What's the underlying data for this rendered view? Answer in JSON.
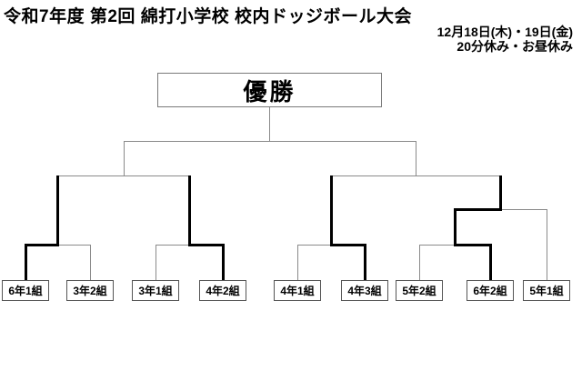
{
  "header": {
    "title": "令和7年度 第2回 綿打小学校 校内ドッジボール大会",
    "schedule": [
      "12月18日(木)・19日(金)",
      "20分休み・お昼休み"
    ]
  },
  "bracket": {
    "champion_label": "優勝",
    "teams": [
      "6年1組",
      "3年2組",
      "3年1組",
      "4年2組",
      "4年1組",
      "4年3組",
      "5年2組",
      "6年2組",
      "5年1組"
    ],
    "rounds": {
      "first_round": [
        {
          "match": "6年1組 vs 3年2組",
          "bold_advance": "6年1組"
        },
        {
          "match": "3年1組 vs 4年2組",
          "bold_advance": "4年2組"
        },
        {
          "match": "4年1組 vs 4年3組",
          "bold_advance": "4年3組"
        },
        {
          "match": "5年2組 vs 6年2組",
          "bold_advance": "6年2組"
        }
      ],
      "second_round": [
        {
          "match": "6年2組 vs 5年1組",
          "bold_advance": "6年2組"
        }
      ]
    }
  },
  "colors": {
    "thin_line": "#8a8a8a",
    "bold_line": "#000000",
    "box_border": "#555555",
    "text": "#000000"
  }
}
